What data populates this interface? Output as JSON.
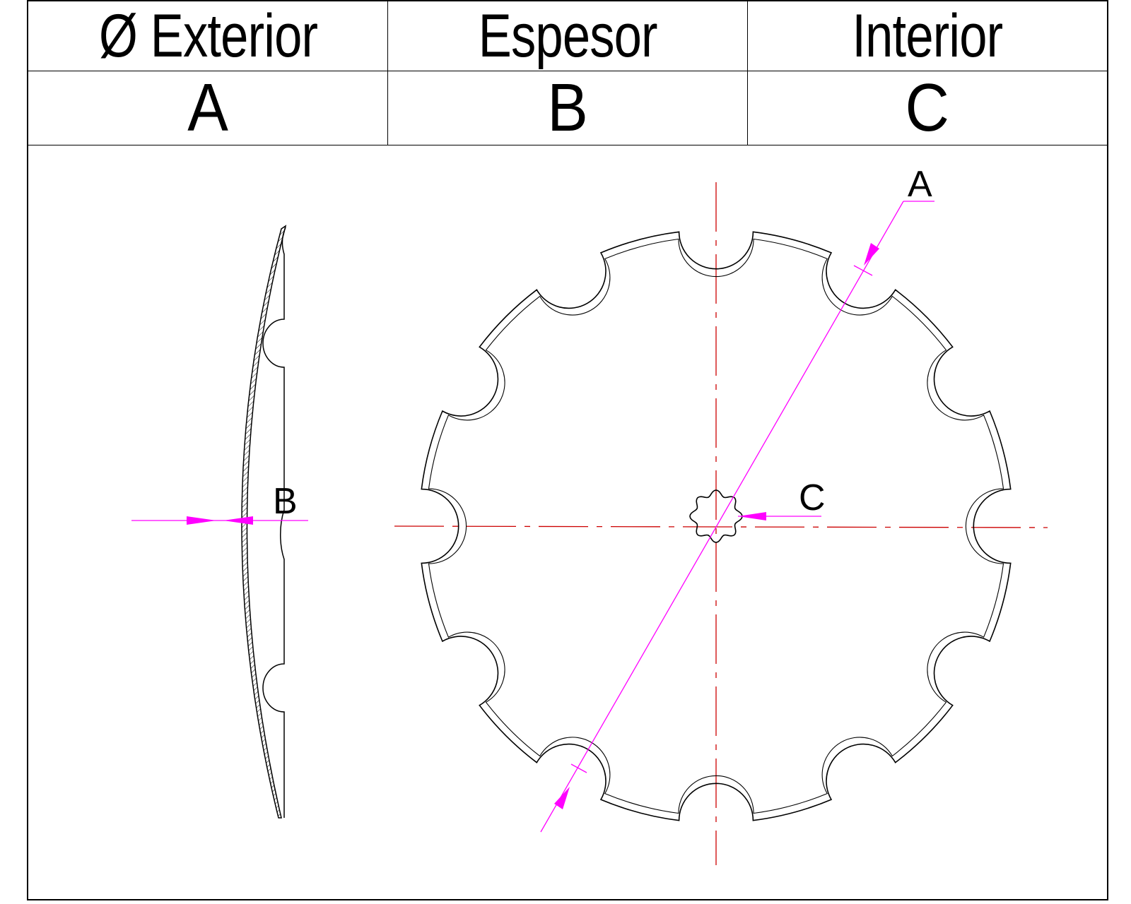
{
  "header": {
    "columns": [
      {
        "label": "Ø Exterior",
        "code": "A"
      },
      {
        "label": "Espesor",
        "code": "B"
      },
      {
        "label": "Interior",
        "code": "C"
      }
    ]
  },
  "drawing": {
    "dimension_labels": {
      "outer_diameter": "A",
      "thickness": "B",
      "inner_hole": "C"
    },
    "colors": {
      "outline": "#000000",
      "centerline": "#cc0000",
      "dimension": "#ff00ff"
    }
  }
}
